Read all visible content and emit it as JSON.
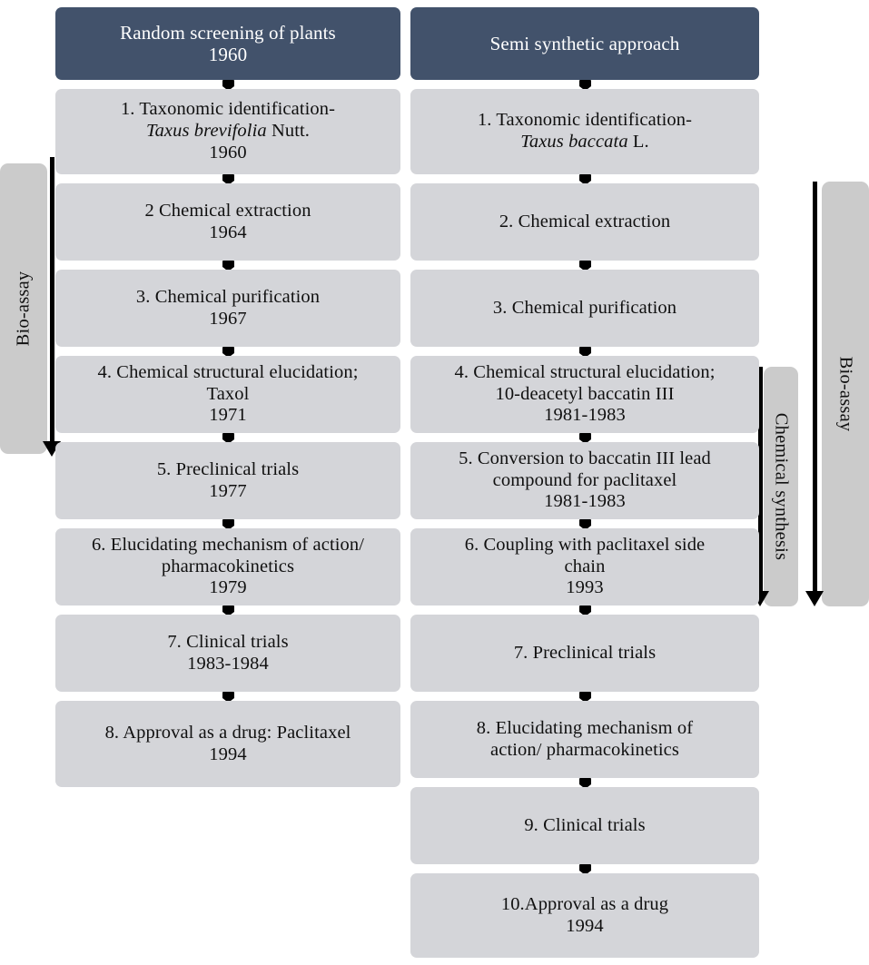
{
  "diagram": {
    "title": "Discovery timeline of paclitaxel: random screening versus semi synthetic approach",
    "colors": {
      "header_fill": "#42526b",
      "header_text": "#ffffff",
      "step_fill": "#d4d5d9",
      "band_fill": "#cbcbcb",
      "arrow": "#000000",
      "page_background": "#ffffff"
    },
    "columns": [
      {
        "id": "random-screening",
        "header": {
          "line1": "Random screening of plants",
          "line2": "1960"
        },
        "steps": [
          {
            "number": "1.",
            "text": "1. Taxonomic identification-",
            "italic": "Taxus brevifolia",
            "after_italic": " Nutt.",
            "year": "1960"
          },
          {
            "number": "2",
            "text": "2 Chemical extraction",
            "year": "1964"
          },
          {
            "number": "3.",
            "text": "3. Chemical purification",
            "year": "1967"
          },
          {
            "number": "4.",
            "text": "4. Chemical structural elucidation;\nTaxol",
            "year": "1971"
          },
          {
            "number": "5.",
            "text": "5. Preclinical trials",
            "year": "1977"
          },
          {
            "number": "6.",
            "text": "6. Elucidating mechanism of action/\npharmacokinetics",
            "year": "1979"
          },
          {
            "number": "7.",
            "text": "7. Clinical trials",
            "year": "1983-1984"
          },
          {
            "number": "8.",
            "text": "8. Approval as a drug: Paclitaxel",
            "year": "1994"
          }
        ]
      },
      {
        "id": "semi-synthetic",
        "header": {
          "line1": "Semi synthetic approach",
          "line2": ""
        },
        "steps": [
          {
            "number": "1.",
            "text": "1. Taxonomic identification-",
            "italic": "Taxus baccata",
            "after_italic": " L.",
            "year": ""
          },
          {
            "number": "2.",
            "text": "2. Chemical extraction",
            "year": ""
          },
          {
            "number": "3.",
            "text": "3. Chemical purification",
            "year": ""
          },
          {
            "number": "4.",
            "text": "4. Chemical structural elucidation;\n10-deacetyl baccatin III",
            "year": "1981-1983"
          },
          {
            "number": "5.",
            "text": "5. Conversion to baccatin III lead\ncompound for paclitaxel",
            "year": "1981-1983"
          },
          {
            "number": "6.",
            "text": "6. Coupling with paclitaxel side\nchain",
            "year": "1993"
          },
          {
            "number": "7.",
            "text": "7. Preclinical trials",
            "year": ""
          },
          {
            "number": "8.",
            "text": "8. Elucidating mechanism of\naction/ pharmacokinetics",
            "year": ""
          },
          {
            "number": "9.",
            "text": "9. Clinical trials",
            "year": ""
          },
          {
            "number": "10.",
            "text": "10.Approval as a drug",
            "year": "1994"
          }
        ]
      }
    ],
    "side_bands": [
      {
        "id": "left-bioassay",
        "label": "Bio-assay",
        "orientation": "bottom-to-top-text",
        "side": "left"
      },
      {
        "id": "right-chemical-synthesis",
        "label": "Chemical synthesis",
        "orientation": "top-to-bottom-text",
        "side": "right"
      },
      {
        "id": "right-bioassay",
        "label": "Bio-assay",
        "orientation": "top-to-bottom-text",
        "side": "right"
      }
    ]
  }
}
